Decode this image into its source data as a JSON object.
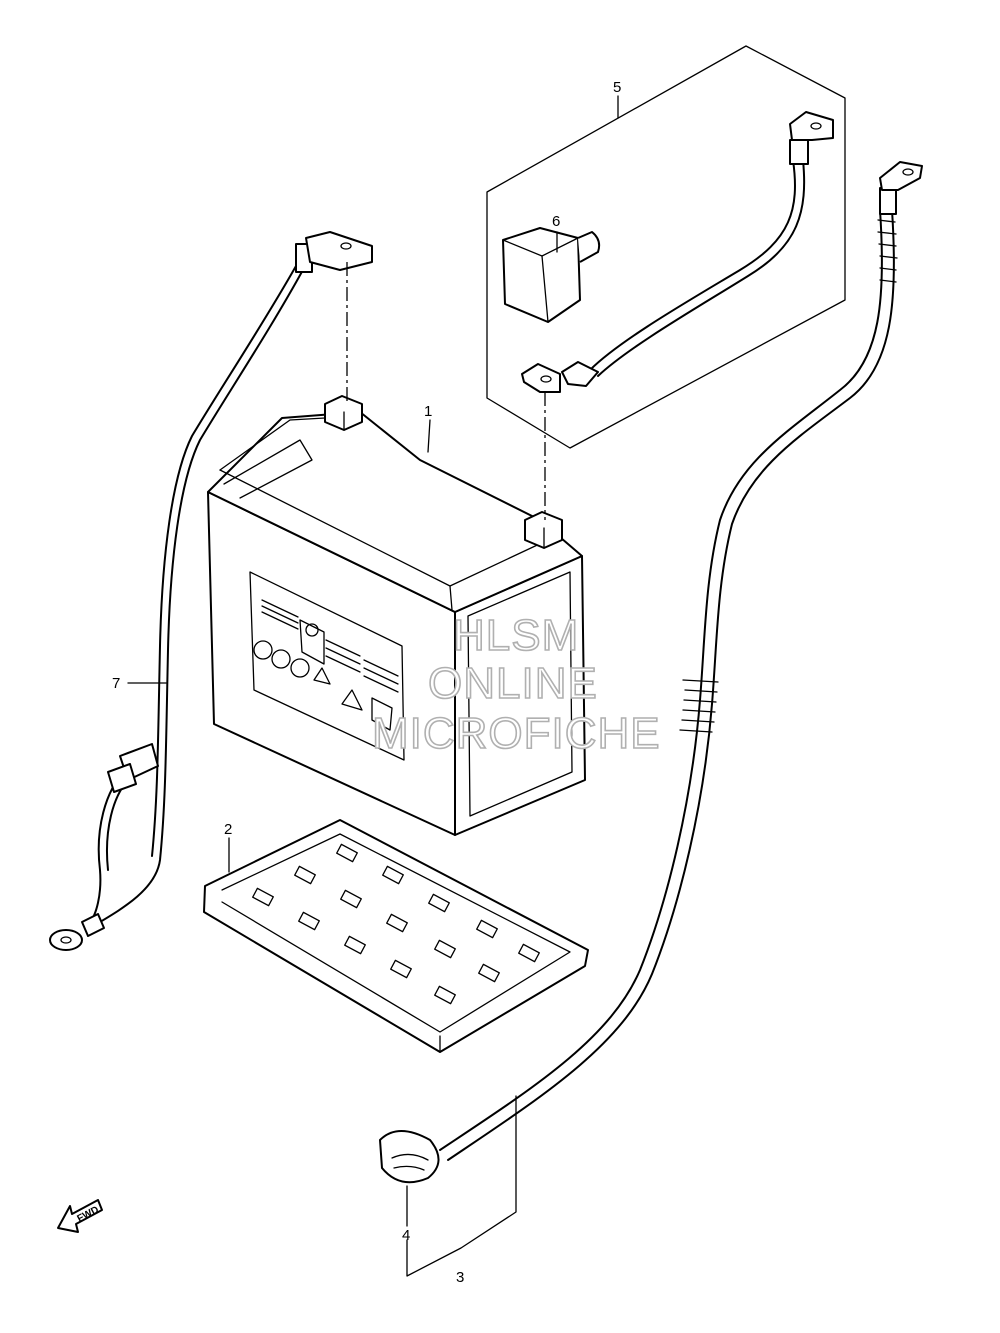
{
  "callouts": {
    "c1": "1",
    "c2": "2",
    "c3": "3",
    "c4": "4",
    "c5": "5",
    "c6": "6",
    "c7": "7"
  },
  "watermark": {
    "line1": "HLSM",
    "line2": "ONLINE",
    "line3": "MICROFICHE"
  },
  "fwd_label": "FWD",
  "colors": {
    "line": "#000000",
    "watermark": "#b0b0b0",
    "background": "#ffffff"
  }
}
